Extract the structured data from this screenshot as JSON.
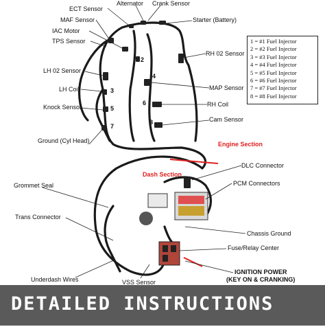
{
  "labels": {
    "alternator": "Alternator",
    "crank_sensor": "Crank Sensor",
    "ect_sensor": "ECT Sensor",
    "maf_sensor": "MAF Sensor",
    "starter": "Starter (Battery)",
    "iac_motor": "IAC Motor",
    "tps_sensor": "TPS Sensor",
    "rh_o2": "RH 02 Sensor",
    "lh_o2": "LH 02 Sensor",
    "lh_coil": "LH Coil",
    "map_sensor": "MAP Sensor",
    "knock_sensor": "Knock Sensor",
    "rh_coil": "RH Coil",
    "cam_sensor": "Cam Sensor",
    "ground_head": "Ground (Cyl Head)",
    "engine_section": "Engine Section",
    "dlc_connector": "DLC Connector",
    "dash_section": "Dash Section",
    "grommet_seal": "Grommet Seal",
    "pcm_connectors": "PCM Connectors",
    "trans_connector": "Trans Connector",
    "chassis_ground": "Chassis Ground",
    "fuse_relay": "Fuse/Relay Center",
    "ignition_power_1": "IGNITION POWER",
    "ignition_power_2": "(KEY ON & CRANKING)",
    "underdash_wires": "Underdash Wires",
    "vss_sensor": "VSS Sensor"
  },
  "legend": [
    "1 = #1 Fuel Injector",
    "2 = #2 Fuel Injector",
    "3 = #3 Fuel Injector",
    "4 = #4 Fuel Injector",
    "5 = #5 Fuel Injector",
    "6 = #6 Fuel Injector",
    "7 = #7 Fuel Injector",
    "8 = #8 Fuel Injector"
  ],
  "injector_numbers": [
    "2",
    "3",
    "4",
    "5",
    "6",
    "7",
    "8"
  ],
  "banner": "DETAILED INSTRUCTIONS",
  "colors": {
    "wire": "#1a1a1a",
    "accent_red": "#e02020",
    "banner_bg": "#5a5a5a"
  }
}
